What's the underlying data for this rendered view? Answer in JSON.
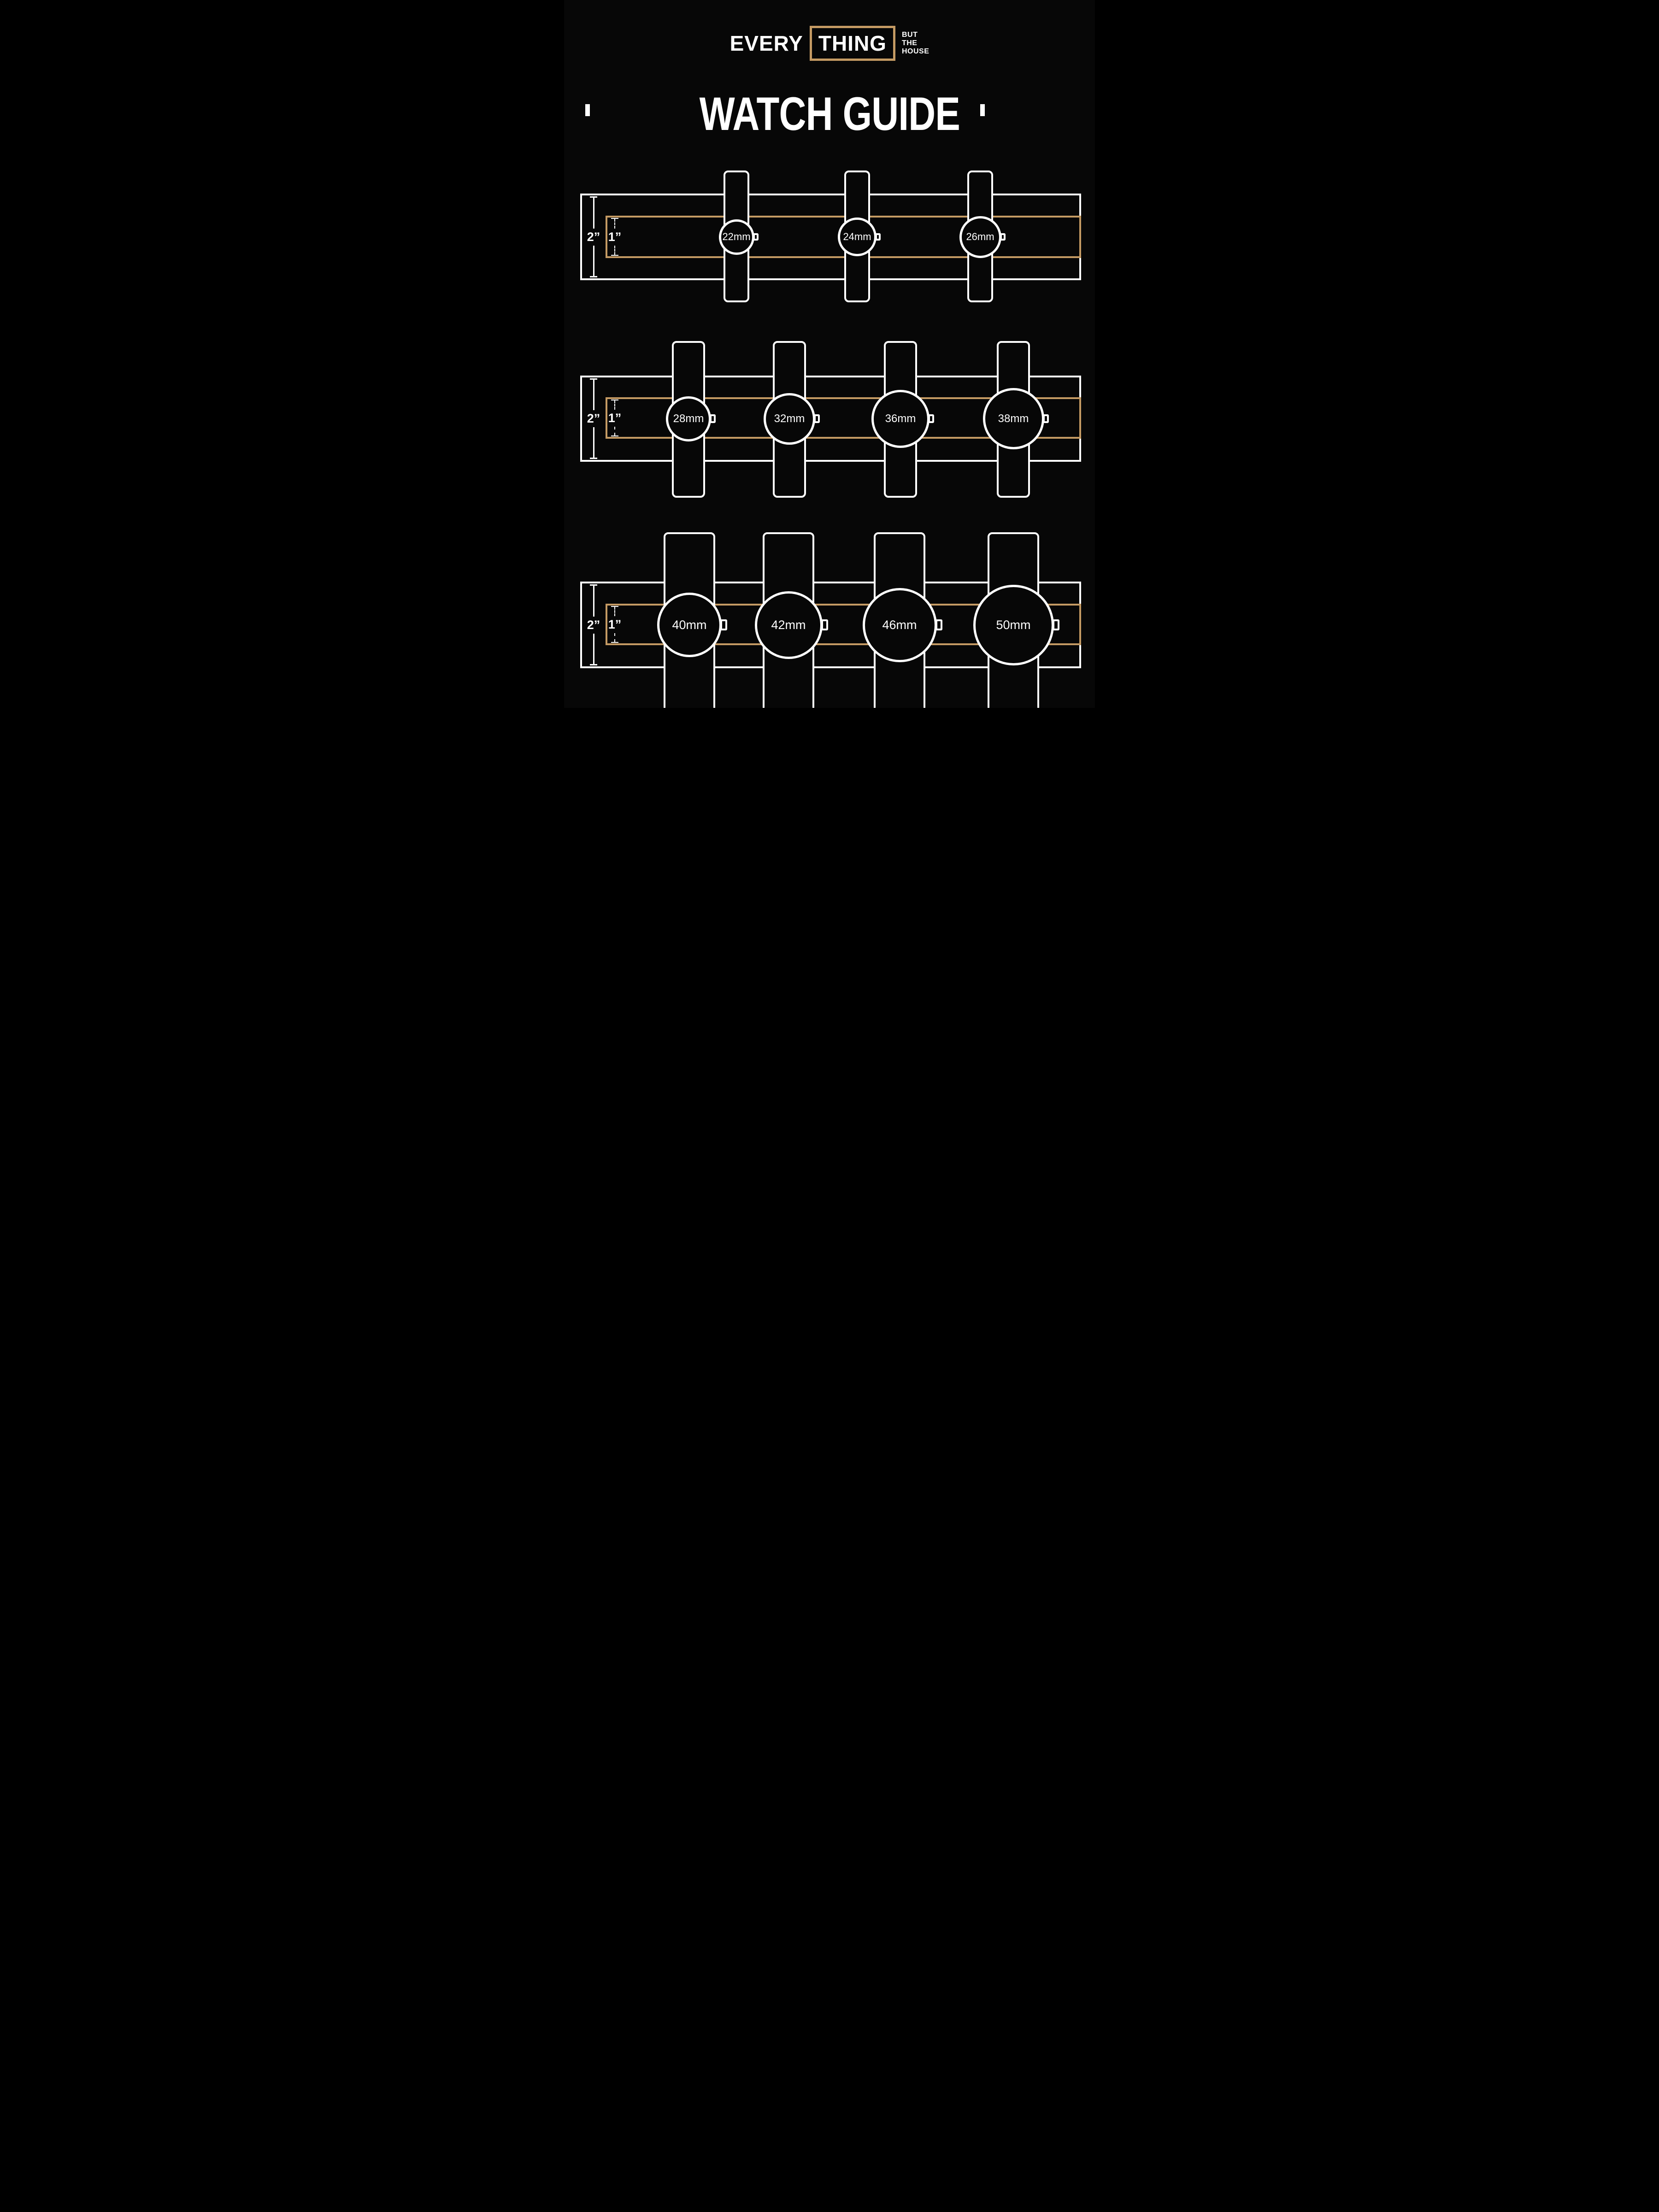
{
  "colors": {
    "background": "#070707",
    "white": "#ffffff",
    "tan": "#c49a63"
  },
  "logo": {
    "word1": "EVERY",
    "word2": "THING",
    "tagline": [
      "BUT",
      "THE",
      "HOUSE"
    ]
  },
  "title": "WATCH GUIDE",
  "measure_labels": {
    "outer": "2”",
    "inner": "1”"
  },
  "rows": [
    {
      "watches": [
        {
          "label": "22mm",
          "mm": 22
        },
        {
          "label": "24mm",
          "mm": 24
        },
        {
          "label": "26mm",
          "mm": 26
        }
      ]
    },
    {
      "watches": [
        {
          "label": "28mm",
          "mm": 28
        },
        {
          "label": "32mm",
          "mm": 32
        },
        {
          "label": "36mm",
          "mm": 36
        },
        {
          "label": "38mm",
          "mm": 38
        }
      ]
    },
    {
      "watches": [
        {
          "label": "40mm",
          "mm": 40
        },
        {
          "label": "42mm",
          "mm": 42
        },
        {
          "label": "46mm",
          "mm": 46
        },
        {
          "label": "50mm",
          "mm": 50
        }
      ]
    }
  ]
}
